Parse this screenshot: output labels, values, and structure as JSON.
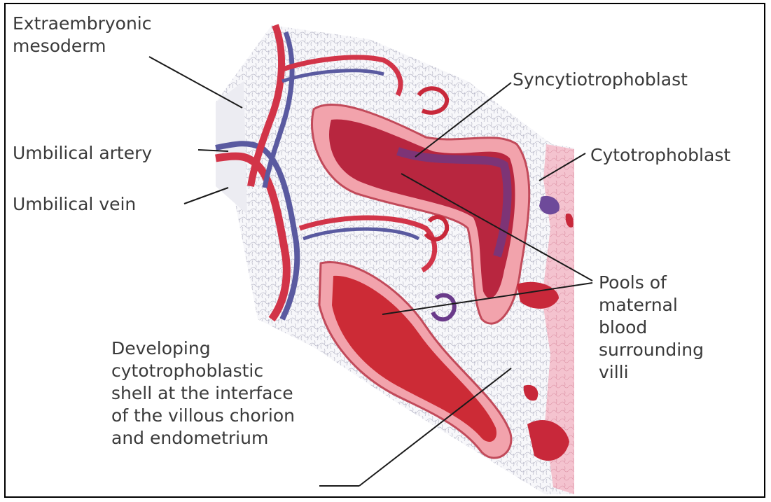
{
  "labels": {
    "extraembryonic_mesoderm": "Extraembryonic\nmesoderm",
    "umbilical_artery": "Umbilical artery",
    "umbilical_vein": "Umbilical vein",
    "syncytiotrophoblast": "Syncytiotrophoblast",
    "cytotrophoblast": "Cytotrophoblast",
    "pools_of_maternal_blood": "Pools of\nmaternal\nblood\nsurrounding\nvilli",
    "cytotrophoblastic_shell": "Developing\ncytotrophoblastic\nshell at the interface\nof the villous chorion\nand endometrium"
  },
  "colors": {
    "maternal_blood": "#c8283a",
    "artery": "#d23448",
    "vein": "#5a5aa0",
    "syncytium": "#f0a0a8",
    "cytotrophoblast": "#f6c2cc",
    "mesoderm": "#f3f3f6",
    "leader_line": "#1a1a1a",
    "text": "#3a3a3a"
  }
}
